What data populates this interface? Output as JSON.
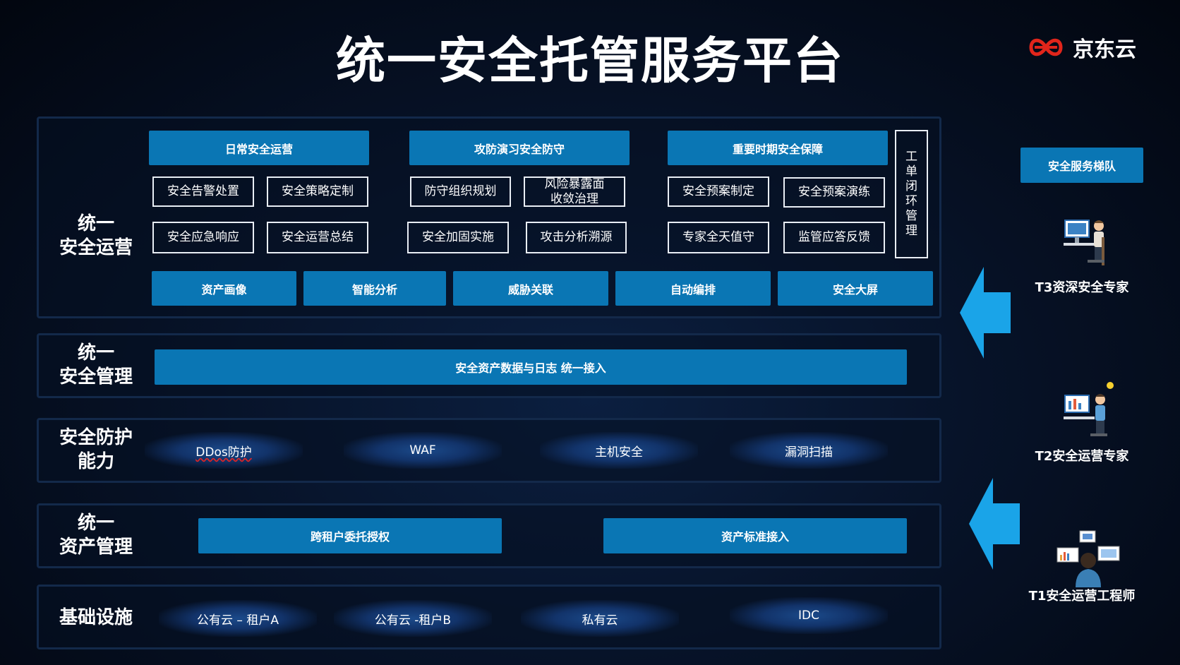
{
  "title": "统一安全托管服务平台",
  "logo": {
    "text": "京东云",
    "brand_color": "#e1251b"
  },
  "colors": {
    "accent_blue": "#0a76b4",
    "arrow_blue": "#1aa4e8",
    "panel_border": "#13294a"
  },
  "operations": {
    "label_line1": "统一",
    "label_line2": "安全运营",
    "headers": [
      "日常安全运营",
      "攻防演习安全防守",
      "重要时期安全保障"
    ],
    "group1": [
      "安全告警处置",
      "安全策略定制",
      "安全应急响应",
      "安全运营总结"
    ],
    "group2": [
      "防守组织规划",
      "风险暴露面",
      "收敛治理",
      "安全加固实施",
      "攻击分析溯源"
    ],
    "group3": [
      "安全预案制定",
      "安全预案演练",
      "专家全天值守",
      "监管应答反馈"
    ],
    "workorder": [
      "工",
      "单",
      "闭",
      "环",
      "管",
      "理"
    ],
    "capabilities": [
      "资产画像",
      "智能分析",
      "威胁关联",
      "自动编排",
      "安全大屏"
    ]
  },
  "management": {
    "label_line1": "统一",
    "label_line2": "安全管理",
    "bar": "安全资产数据与日志 统一接入"
  },
  "protection": {
    "label_line1": "安全防护",
    "label_line2": "能力",
    "items": [
      "DDos防护",
      "WAF",
      "主机安全",
      "漏洞扫描"
    ]
  },
  "assets": {
    "label_line1": "统一",
    "label_line2": "资产管理",
    "items": [
      "跨租户委托授权",
      "资产标准接入"
    ]
  },
  "infra": {
    "label": "基础设施",
    "items": [
      "公有云 – 租户A",
      "公有云 -租户B",
      "私有云",
      "IDC"
    ]
  },
  "team": {
    "header": "安全服务梯队",
    "roles": [
      "T3资深安全专家",
      "T2安全运营专家",
      "T1安全运营工程师"
    ]
  }
}
